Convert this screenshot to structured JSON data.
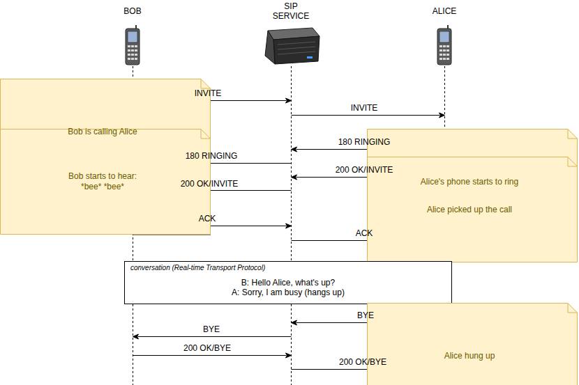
{
  "diagram": {
    "nodes": [
      {
        "text": [
          "Bob is calling Alice"
        ]
      },
      {
        "text": [
          "Bob starts to hear: *bee* *bee*"
        ]
      },
      {
        "text": [
          "Alice's phone starts to ring"
        ]
      },
      {
        "text": [
          "Alice picked up the call"
        ]
      },
      {
        "text": [
          "conversation (Real-time Transport Protocol)",
          "B: Hello Alice, what's up?",
          "A: Sorry, I am busy (hangs up)"
        ]
      },
      {
        "text": [
          "Alice hung up"
        ]
      }
    ],
    "labels": [
      "BOB",
      "SIP SERVICE",
      "ALICE",
      "INVITE",
      "INVITE",
      "180 RINGING",
      "180 RINGING",
      "200 OK/INVITE",
      "200 OK/INVITE",
      "ACK",
      "ACK",
      "BYE",
      "BYE",
      "200 OK/BYE",
      "200 OK/BYE"
    ]
  }
}
